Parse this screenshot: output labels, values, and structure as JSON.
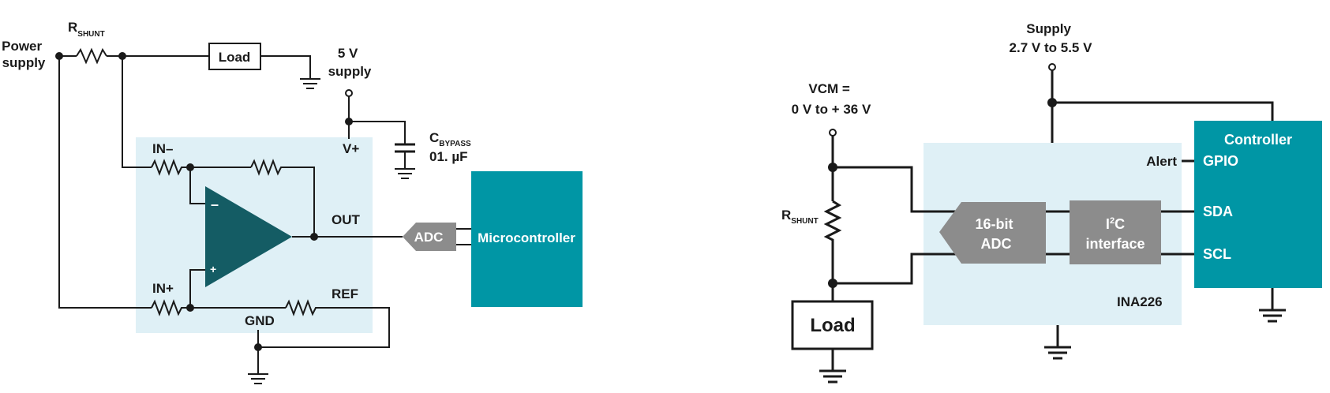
{
  "colors": {
    "panel": "#dff0f6",
    "teal": "#0096a5",
    "amp": "#145c64",
    "gray": "#8c8c8c",
    "wire": "#1a1a1a"
  },
  "left": {
    "power_supply": [
      "Power",
      "supply"
    ],
    "rshunt": {
      "main": "R",
      "sub": "SHUNT"
    },
    "load": "Load",
    "supply_5v": [
      "5 V",
      "supply"
    ],
    "cbypass": {
      "main": "C",
      "sub": "BYPASS",
      "value": "01. µF"
    },
    "vplus": "V+",
    "in_minus": "IN–",
    "in_plus": "IN+",
    "opamp_minus": "–",
    "opamp_plus": "+",
    "out": "OUT",
    "ref": "REF",
    "gnd": "GND",
    "adc": "ADC",
    "microcontroller": "Microcontroller"
  },
  "right": {
    "supply": [
      "Supply",
      "2.7 V to 5.5 V"
    ],
    "vcm": [
      "VCM =",
      "0 V to + 36 V"
    ],
    "rshunt": {
      "main": "R",
      "sub": "SHUNT"
    },
    "load": "Load",
    "adc": [
      "16-bit",
      "ADC"
    ],
    "i2c": {
      "pre": "I",
      "sup": "2",
      "post": "C",
      "line2": "interface"
    },
    "chip": "INA226",
    "controller": "Controller",
    "alert": "Alert",
    "gpio": "GPIO",
    "sda": "SDA",
    "scl": "SCL"
  }
}
